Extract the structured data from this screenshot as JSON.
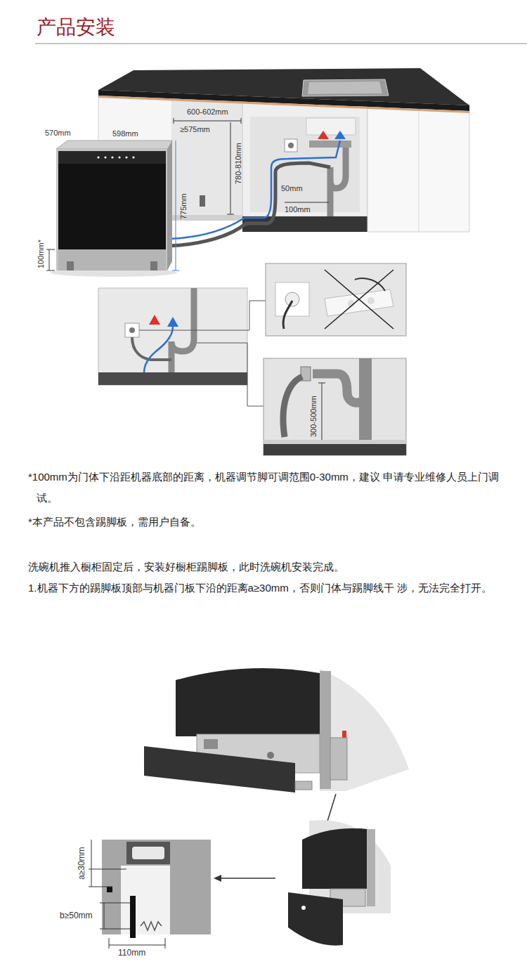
{
  "diagram": {
    "title": "产品安装",
    "labels": [
      "570mm",
      "598mm",
      "600-602mm",
      "≥575mm",
      "780-810mm",
      "775mm",
      "100mm*",
      "50mm",
      "100mm",
      "300-500mm",
      "*100mm为门体下沿距机器底部的距离，机器调节脚可调范围0-30mm，建议 申请专业维修人员上门调试。",
      "*本产品不包含踢脚板，需用户自备。",
      "洗碗机推入橱柜固定后，安装好橱柜踢脚板，此时洗碗机安装完成。",
      "1.机器下方的踢脚板顶部与机器门板下沿的距离a≥30mm，否则门体与踢脚线干 涉，无法完全打开。",
      "a≥30mm",
      "b≥50mm",
      "110mm"
    ]
  }
}
